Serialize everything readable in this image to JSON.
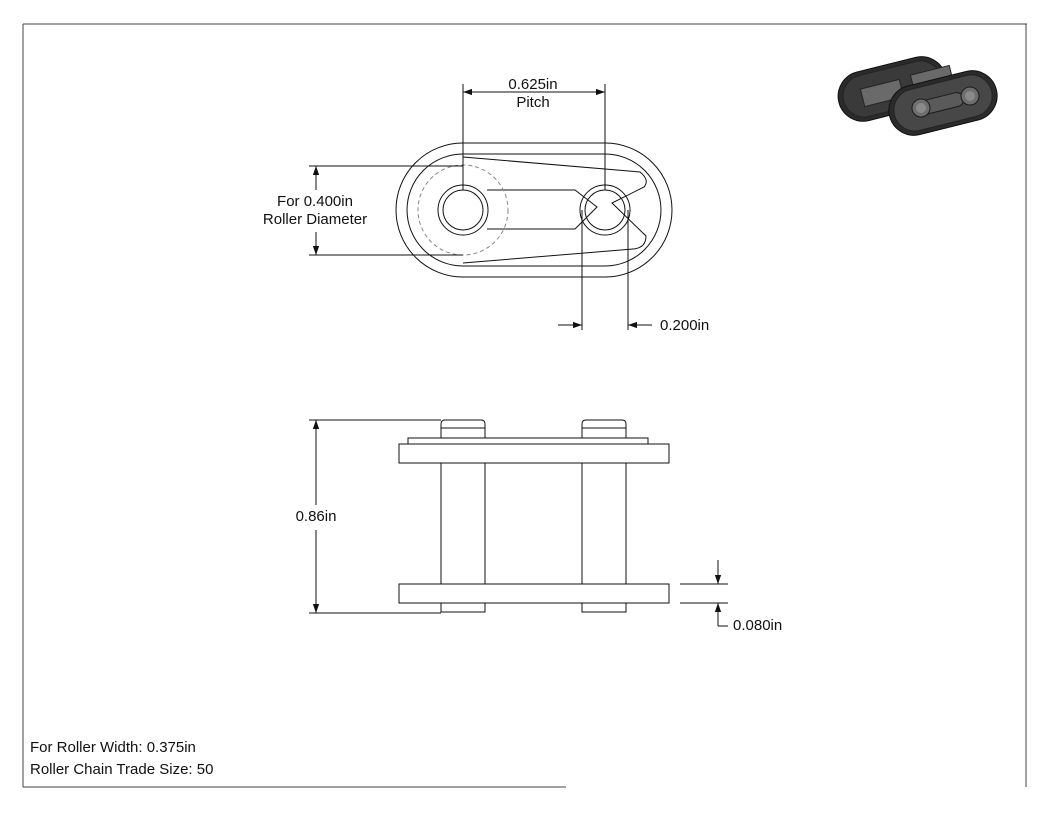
{
  "dimensions": {
    "pitch_value": "0.625in",
    "pitch_label": "Pitch",
    "roller_diameter_line1": "For 0.400in",
    "roller_diameter_line2": "Roller Diameter",
    "pin_diameter": "0.200in",
    "overall_width": "0.86in",
    "plate_thickness": "0.080in"
  },
  "notes": {
    "roller_width": "For Roller Width: 0.375in",
    "trade_size": "Roller Chain Trade Size: 50"
  },
  "colors": {
    "line": "#111111",
    "frame": "#444444",
    "iso_dark": "#2b2b2b",
    "iso_mid": "#555555"
  }
}
